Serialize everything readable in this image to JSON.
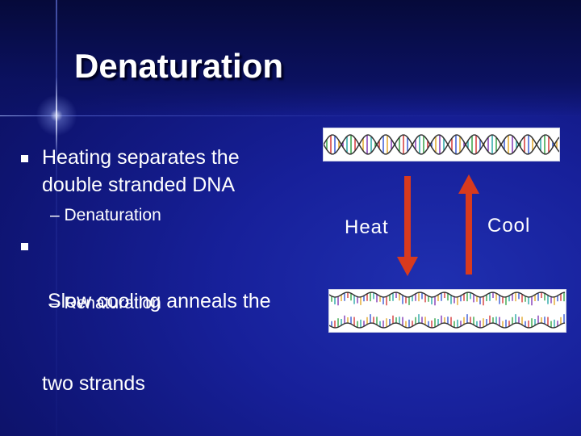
{
  "slide": {
    "title": "Denaturation",
    "bullets": [
      {
        "line1": "Heating separates the",
        "line2": "double stranded DNA",
        "sub": "– Denaturation"
      },
      {
        "line1": " Slow cooling anneals the",
        "line2": "two strands",
        "sub": "– Renaturation"
      }
    ],
    "figure": {
      "heat_label": "Heat",
      "cool_label": "Cool",
      "arrow_color": "#d83a1e"
    }
  }
}
